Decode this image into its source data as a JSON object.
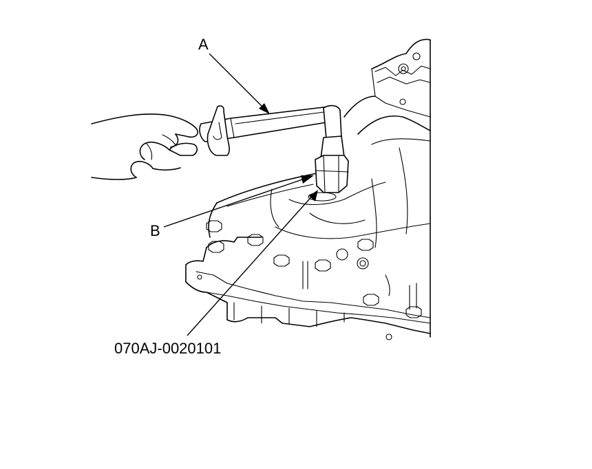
{
  "labels": {
    "tool_a": "A",
    "part_b": "B",
    "tool_number": "070AJ-0020101"
  },
  "colors": {
    "line": "#000000",
    "background": "#ffffff"
  }
}
